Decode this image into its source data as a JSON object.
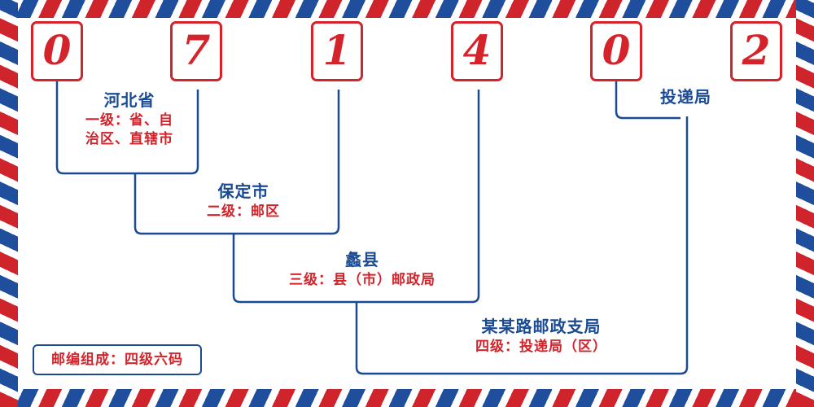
{
  "postcode": {
    "digits": [
      "0",
      "7",
      "1",
      "4",
      "0",
      "2"
    ]
  },
  "levels": [
    {
      "title": "河北省",
      "subtitle": "一级：省、自",
      "subtitle2": "治区、直辖市"
    },
    {
      "title": "保定市",
      "subtitle": "二级：邮区"
    },
    {
      "title": "蠡县",
      "subtitle": "三级：县（市）邮政局"
    },
    {
      "title": "某某路邮政支局",
      "subtitle": "四级：投递局（区）"
    }
  ],
  "delivery_office_label": "投递局",
  "footer": {
    "note": "邮编组成：四级六码"
  },
  "colors": {
    "digit_red": "#d4232a",
    "line_blue": "#1a4a93",
    "band_red": "#d0242c",
    "band_blue": "#1f4e9c"
  }
}
